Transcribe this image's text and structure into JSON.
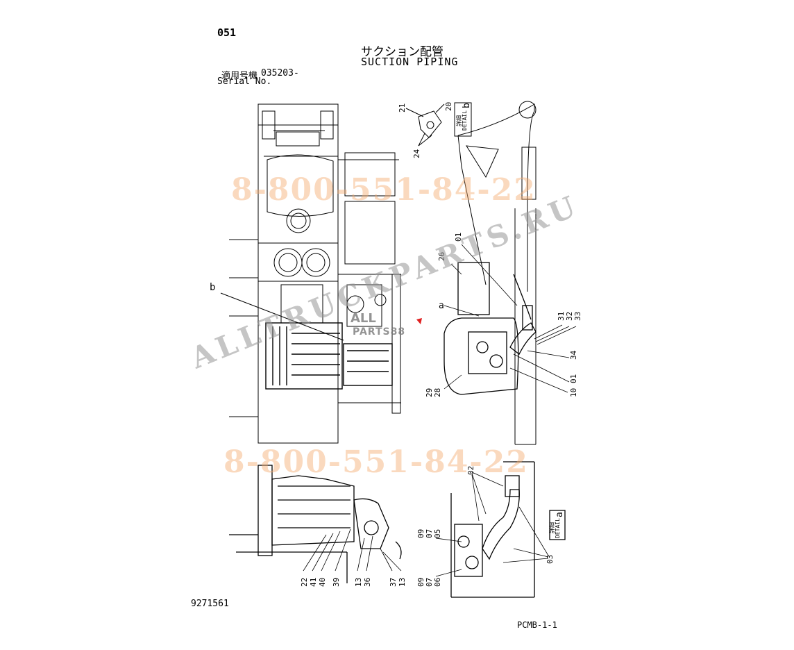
{
  "header": {
    "page_number": "051",
    "title_ja": "サクション配管",
    "title_en": "SUCTION PIPING",
    "serial_label_ja": "適用号機",
    "serial_value": "035203-",
    "serial_label_en": "Serial No."
  },
  "footer": {
    "doc_number": "9271561",
    "page_code": "PCMB-1-1"
  },
  "watermarks": {
    "phone": "8-800-551-84-22",
    "site": "ALLTRUCKPARTS.RU",
    "logo": "ALL",
    "logo_sub": "PARTS88"
  },
  "detail_labels": {
    "a": "a",
    "b": "b",
    "detail_word": "DETAIL",
    "detail_ja": "詳細"
  },
  "callouts": {
    "c21": "21",
    "c20": "20",
    "c24": "24",
    "c01": "01",
    "c26": "26",
    "c31": "31",
    "c32": "32",
    "c33": "33",
    "c34": "34",
    "c01b": "01",
    "c10": "10",
    "c29": "29",
    "c28": "28",
    "c02": "02",
    "c03": "03",
    "c09": "09",
    "c07": "07",
    "c05": "05",
    "c09b": "09",
    "c07b": "07",
    "c06": "06",
    "c22": "22",
    "c41": "41",
    "c40": "40",
    "c39": "39",
    "c13": "13",
    "c36": "36",
    "c37": "37",
    "c13b": "13"
  }
}
